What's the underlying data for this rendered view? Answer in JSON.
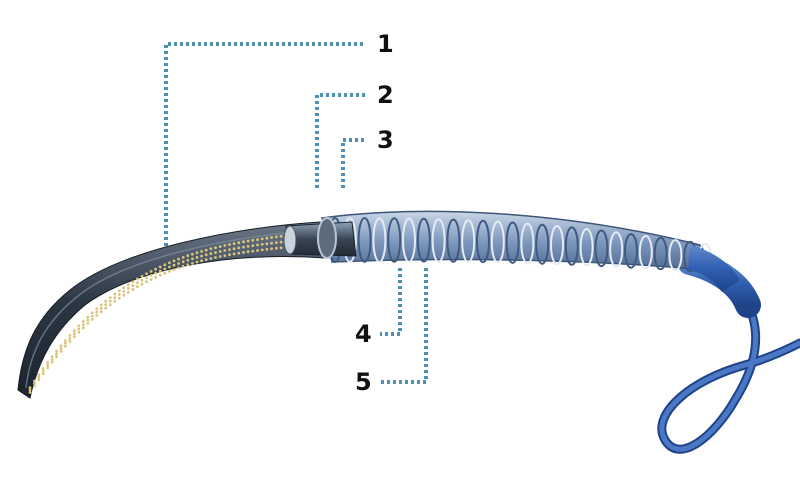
{
  "colors": {
    "background": "#ffffff",
    "leader_line": "#4f8fb3",
    "sheath_dark": "#2c3744",
    "sheath_light": "#5a6776",
    "fiber_dots": "#d9c47a",
    "coil_blue": "#6f8fb8",
    "tube_blue": "#2f5fb0",
    "label": "#111111"
  },
  "callouts": [
    {
      "id": "1",
      "label": "1"
    },
    {
      "id": "2",
      "label": "2"
    },
    {
      "id": "3",
      "label": "3"
    },
    {
      "id": "4",
      "label": "4"
    },
    {
      "id": "5",
      "label": "5"
    }
  ],
  "illustration": {
    "subject": "catheter-cutaway",
    "parts": [
      "distal-tip",
      "inner-core",
      "coil-reinforcement",
      "outer-jacket",
      "pigtail-tube"
    ]
  }
}
